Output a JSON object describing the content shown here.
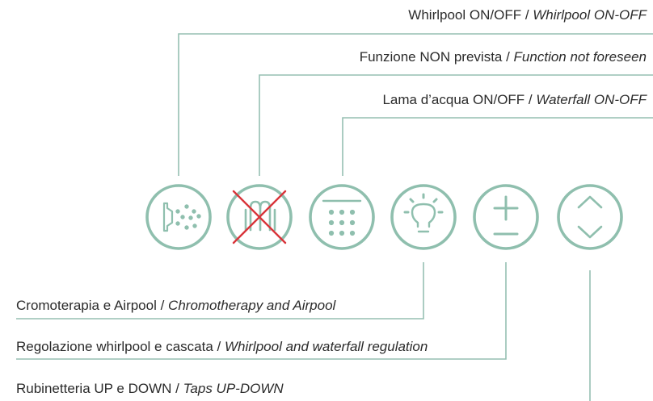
{
  "labels_top": [
    {
      "main": "Whirlpool ON/OFF / ",
      "italic": "Whirlpool ON-OFF"
    },
    {
      "main": "Funzione NON prevista / ",
      "italic": "Function not foreseen"
    },
    {
      "main": "Lama d’acqua ON/OFF / ",
      "italic": "Waterfall ON-OFF"
    }
  ],
  "labels_bottom": [
    {
      "main": "Cromoterapia e Airpool / ",
      "italic": "Chromotherapy and Airpool"
    },
    {
      "main": "Regolazione whirlpool e cascata / ",
      "italic": "Whirlpool and waterfall regulation"
    },
    {
      "main": "Rubinetteria UP e DOWN / ",
      "italic": "Taps UP-DOWN"
    }
  ],
  "buttons": [
    {
      "icon": "whirlpool-icon"
    },
    {
      "icon": "function-not-foreseen-icon",
      "disabled": true
    },
    {
      "icon": "waterfall-icon"
    },
    {
      "icon": "chromotherapy-light-icon"
    },
    {
      "icon": "plus-minus-icon"
    },
    {
      "icon": "up-down-arrows-icon"
    }
  ],
  "colors": {
    "ring": "#8fbfae",
    "leader_line": "#96bfb2",
    "cross": "#d9343a",
    "text": "#2b2b2b"
  }
}
